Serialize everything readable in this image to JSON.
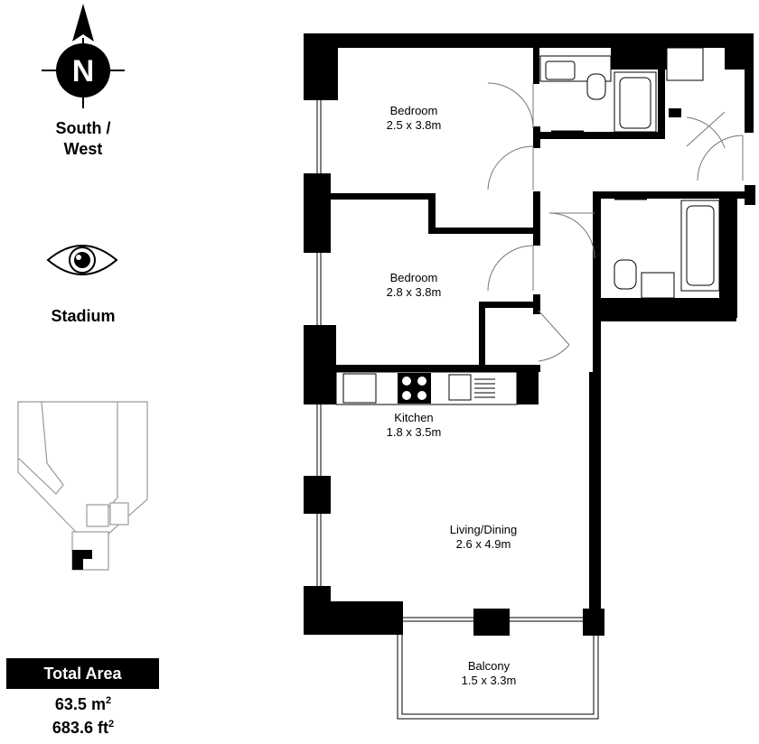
{
  "orientation": {
    "compass_letter": "N",
    "facing_line1": "South /",
    "facing_line2": "West",
    "view_label": "Stadium"
  },
  "rooms": {
    "bedroom1": {
      "name": "Bedroom",
      "size": "2.5 x 3.8m"
    },
    "bedroom2": {
      "name": "Bedroom",
      "size": "2.8 x 3.8m"
    },
    "kitchen": {
      "name": "Kitchen",
      "size": "1.8 x 3.5m"
    },
    "living": {
      "name": "Living/Dining",
      "size": "2.6 x 4.9m"
    },
    "balcony": {
      "name": "Balcony",
      "size": "1.5 x 3.3m"
    }
  },
  "total_area": {
    "label": "Total Area",
    "metric_value": "63.5 m",
    "metric_sup": "2",
    "imperial_value": "683.6 ft",
    "imperial_sup": "2"
  },
  "icons": [
    "compass-icon",
    "eye-icon",
    "building-keyplan-icon"
  ],
  "colors": {
    "walls": "#000000",
    "background": "#ffffff",
    "text": "#000000"
  }
}
